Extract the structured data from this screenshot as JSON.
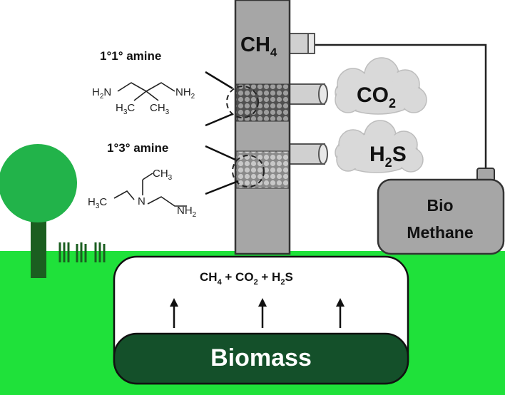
{
  "labels": {
    "ch4_column": "CH",
    "ch4_column_sub": "4",
    "co2_main": "CO",
    "co2_sub": "2",
    "h2s_h": "H",
    "h2s_sub": "2",
    "h2s_s": "S",
    "amine_primary": "1°1° amine",
    "amine_tertiary": "1°3° amine",
    "bio_line1": "Bio",
    "bio_line2": "Methane",
    "biomass": "Biomass"
  },
  "gas_mix": {
    "ch": "CH",
    "ch_sub": "4",
    "plus1": " + CO",
    "co_sub": "2",
    "plus2": " + H",
    "h_sub": "2",
    "s": "S"
  },
  "molecule1": {
    "left_nh2": "H",
    "left_nh2_sub": "2",
    "left_n": "N",
    "right_nh": "NH",
    "right_nh_sub": "2",
    "me_left": "H",
    "me_left_sub": "3",
    "me_left_c": "C",
    "me_right": "CH",
    "me_right_sub": "3"
  },
  "molecule2": {
    "top_ch3": "CH",
    "top_ch3_sub": "3",
    "left_h3c": "H",
    "left_h3c_sub": "3",
    "left_h3c_c": "C",
    "n": "N",
    "nh2": "NH",
    "nh2_sub": "2"
  },
  "colors": {
    "ground": "#1fe13a",
    "tree_crown": "#22b34a",
    "tree_trunk": "#1b5e20",
    "biomass_fill": "#14502a",
    "column": "#a6a6a6",
    "tank": "#a6a6a6",
    "cloud": "#d9d9d9",
    "pipe": "#d0d0d0"
  }
}
